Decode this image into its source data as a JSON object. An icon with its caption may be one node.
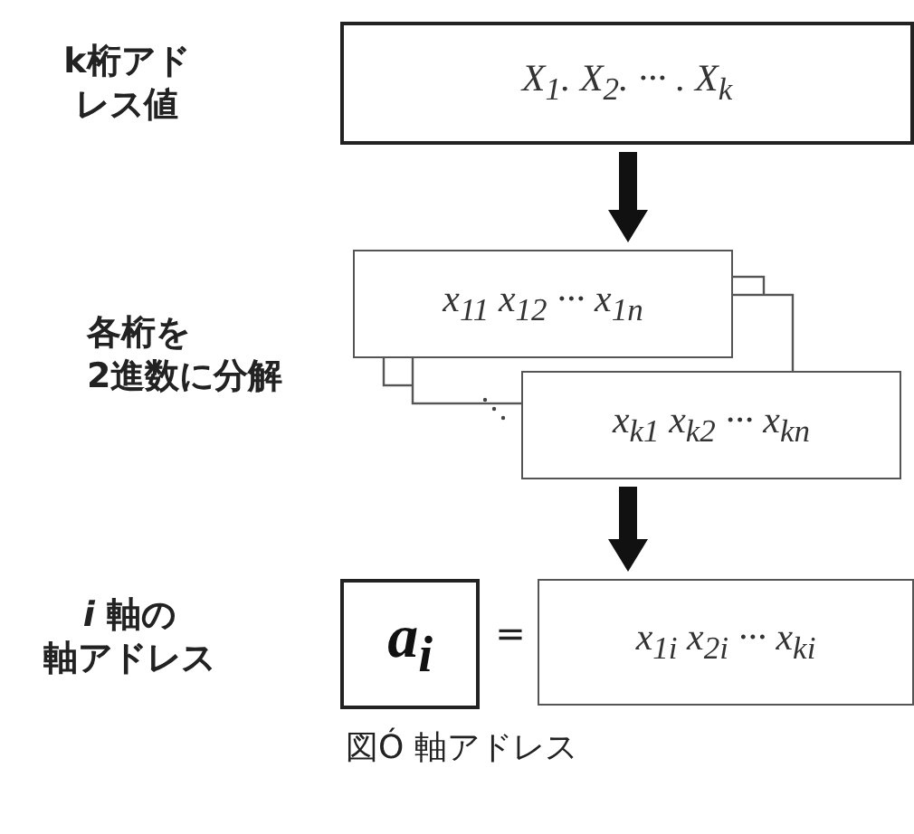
{
  "diagram": {
    "caption": "図Ó 軸アドレス",
    "nodes": [
      {
        "text": [
          "X$_{1}$. X$_{2}$. ··· . X$_{k}$"
        ]
      },
      {
        "text": [
          "x$_{11}$ x$_{12}$ ··· x$_{1n}$"
        ]
      },
      {
        "text": [
          "x$_{k1}$ x$_{k2}$ ··· x$_{kn}$"
        ]
      },
      {
        "text": [
          "a$_{i}$"
        ]
      },
      {
        "text": [
          "x$_{1i}$ x$_{2i}$ ··· x$_{ki}$"
        ]
      }
    ],
    "edges": [
      {
        "from": 0,
        "to": 1,
        "arrow": "to"
      },
      {
        "from": 2,
        "to": 4,
        "arrow": "to"
      }
    ],
    "labels": [
      "k桁アドレス値",
      "各桁を2進数に分解",
      "*i* 軸の軸アドレス",
      "="
    ]
  }
}
